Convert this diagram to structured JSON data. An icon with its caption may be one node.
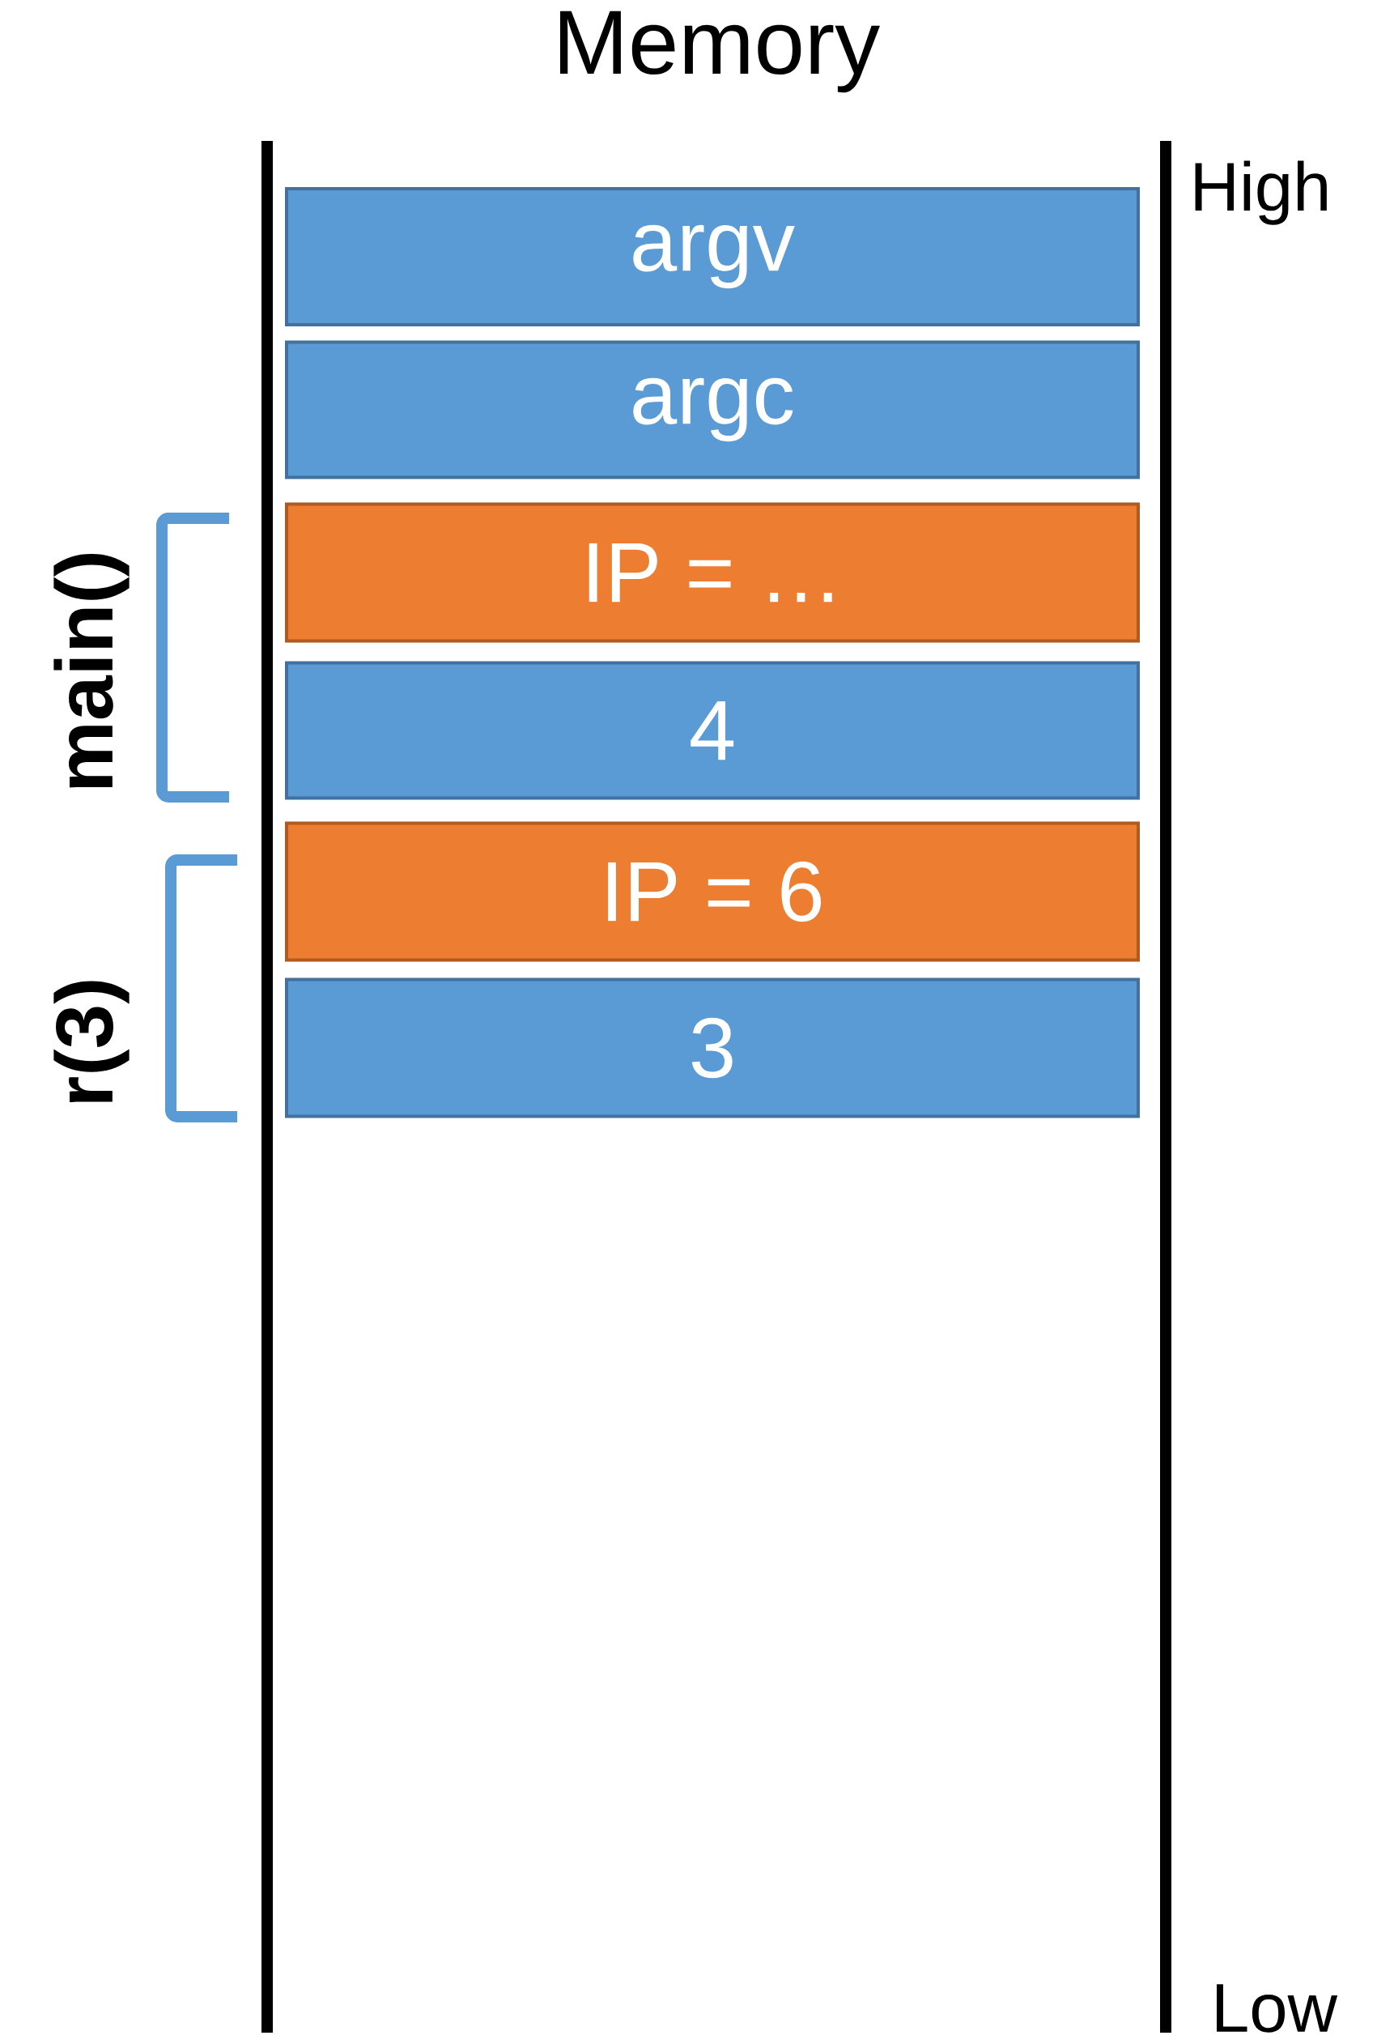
{
  "diagram": {
    "title": "Memory",
    "nodes": [
      {
        "text": [
          "argv"
        ]
      },
      {
        "text": [
          "argc"
        ]
      },
      {
        "text": [
          "IP = …"
        ]
      },
      {
        "text": [
          "4"
        ]
      },
      {
        "text": [
          "IP = 6"
        ]
      },
      {
        "text": [
          "3"
        ]
      }
    ],
    "labels": [
      "main()",
      "r(3)",
      "High",
      "Low"
    ]
  }
}
